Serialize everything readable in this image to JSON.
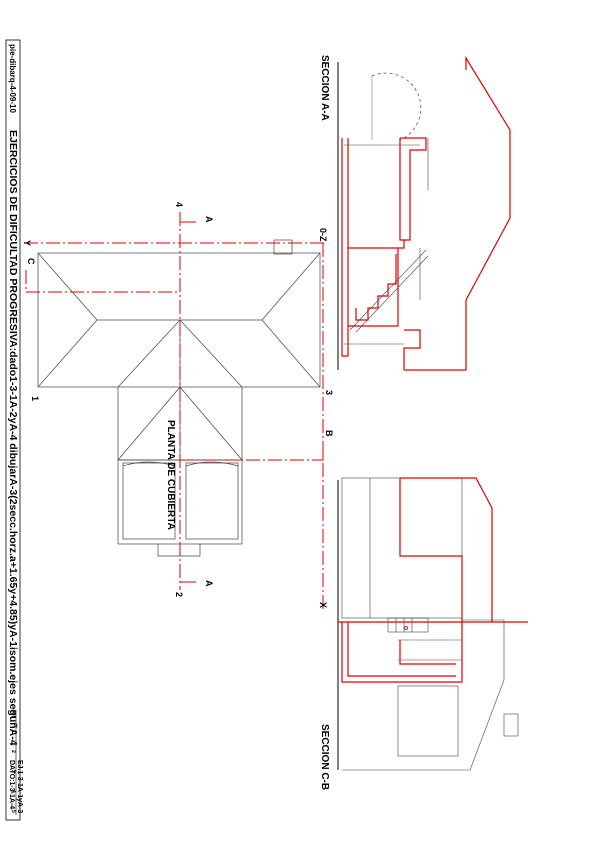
{
  "sheet": {
    "code": "pie-dibarq-4-09-10",
    "title": "EJERCICIOS DE DIFICULTAD PROGRESIVA:dado1-3-1A-2yA-4 dibujarA-3(2secc.horz.a+1.65y+4.85)yA-1isom.ejes seguñA-4",
    "dato": "DATO:1-3-1A-4",
    "ej": "EJ.1-3-1A-1yA-3",
    "scale_ticks": [
      "M.0",
      "1",
      "2",
      "3",
      "4",
      "5"
    ]
  },
  "views": {
    "section_aa": "SECCION A-A",
    "section_cb": "SECCION C-B",
    "roof_plan": "PLANTA DE CUBIERTA"
  },
  "markers": {
    "axis_oz": "0-Z",
    "axis_x": "X",
    "axis_y": "Y",
    "axis_c": "C",
    "axis_b": "B",
    "cut_a_top": "A",
    "cut_a_bottom": "A",
    "num_1": "1",
    "num_2": "2",
    "num_3": "3",
    "num_4": "4"
  },
  "colors": {
    "cut_line": "#e00000",
    "geometry": "#333333",
    "background": "#ffffff"
  }
}
